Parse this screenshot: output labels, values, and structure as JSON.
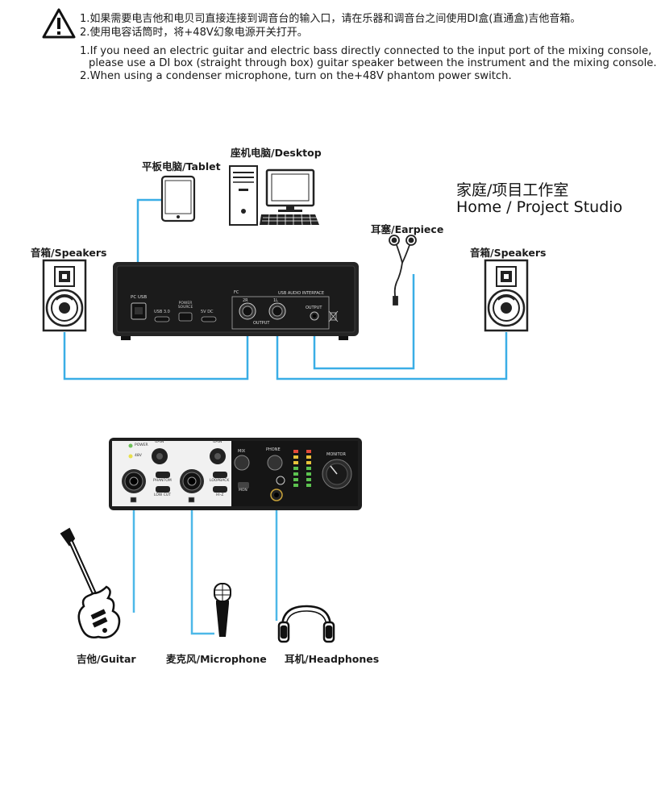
{
  "notes": {
    "zh_line1": "1.如果需要电吉他和电贝司直接连接到调音台的输入口，请在乐器和调音台之间使用DI盒(直通盒)吉他音箱。",
    "zh_line2": "2.使用电容话筒时，将+48V幻象电源开关打开。",
    "en_line1a": "1.If you need an electric guitar and electric bass directly connected to the input port of the mixing console,",
    "en_line1b": "please use a DI box (straight through box) guitar speaker between the instrument and the mixing console.",
    "en_line2": "2.When using a condenser microphone, turn on the+48V phantom power switch."
  },
  "labels": {
    "tablet": "平板电脑/Tablet",
    "desktop": "座机电脑/Desktop",
    "studio_zh": "家庭/项目工作室",
    "studio_en": "Home / Project Studio",
    "earpiece": "耳塞/Earpiece",
    "speakers_left": "音箱/Speakers",
    "speakers_right": "音箱/Speakers",
    "guitar": "吉他/Guitar",
    "microphone": "麦克风/Microphone",
    "headphones": "耳机/Headphones"
  },
  "rear_panel": {
    "pc_usb": "PC USB",
    "usb30": "USB 3.0",
    "power_source": "POWER SOURCE",
    "dc": "5V DC",
    "fc": "FC",
    "interface": "USB AUDIO INTERFACE",
    "r2": "2R",
    "l1": "1L",
    "output": "OUTPUT",
    "output2": "OUTPUT"
  },
  "front_panel": {
    "power": "POWER",
    "v48": "48V",
    "gain1": "GAIN",
    "gain2": "GAIN",
    "phantom": "PHANTOM",
    "lowcut": "LOW CUT",
    "loopback": "LOOPBACK",
    "hiz": "HI-Z",
    "mix": "MIX",
    "phone": "PHONE",
    "mon": "MON",
    "monitor": "MONITOR"
  },
  "colors": {
    "cable": "#3aaee6",
    "cable_front": "#4db8e8",
    "panel": "#2a2a2a"
  }
}
